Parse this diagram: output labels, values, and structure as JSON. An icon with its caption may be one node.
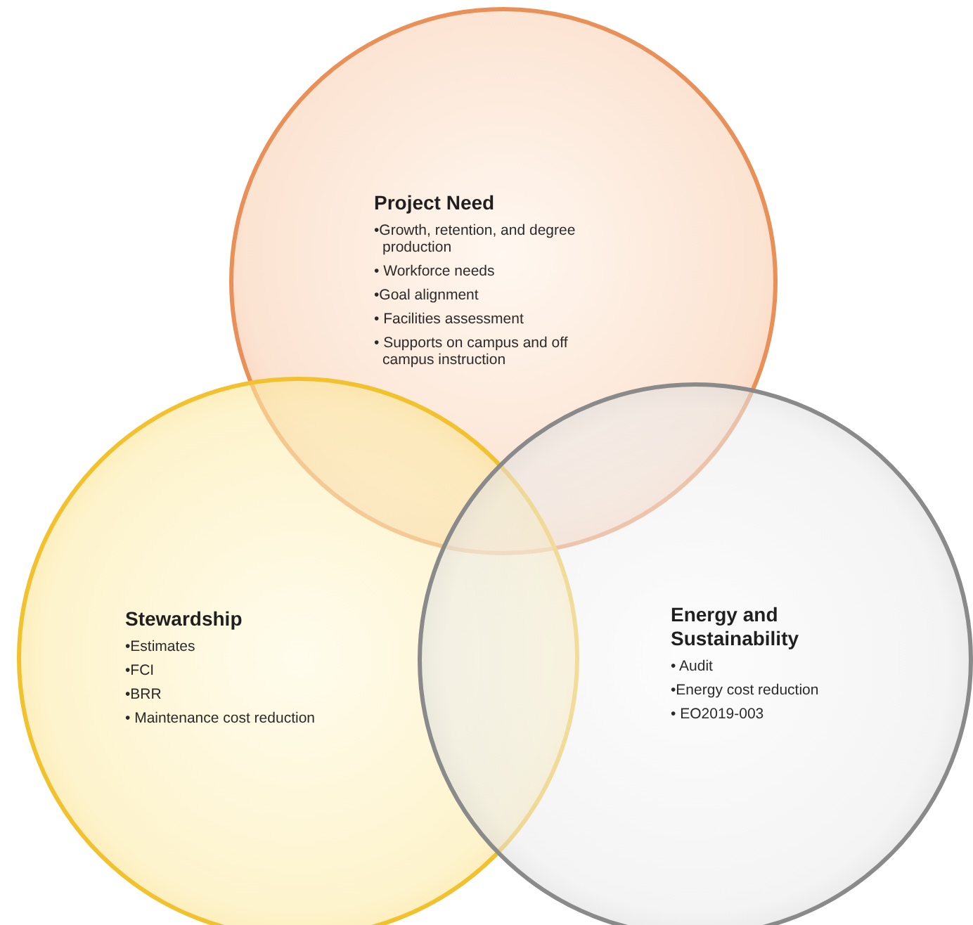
{
  "diagram": {
    "nodes": [
      {
        "text": [
          "Project Need",
          "•Growth, retention, and degree production",
          "• Workforce needs",
          "•Goal alignment",
          "• Facilities assessment",
          "• Supports on campus and off campus instruction"
        ]
      },
      {
        "text": [
          "Stewardship",
          "•Estimates",
          "•FCI",
          "•BRR",
          "• Maintenance cost reduction"
        ]
      },
      {
        "text": [
          "Energy and Sustainability",
          "• Audit",
          "•Energy cost reduction",
          "• EO2019-003"
        ]
      }
    ],
    "edges": []
  }
}
